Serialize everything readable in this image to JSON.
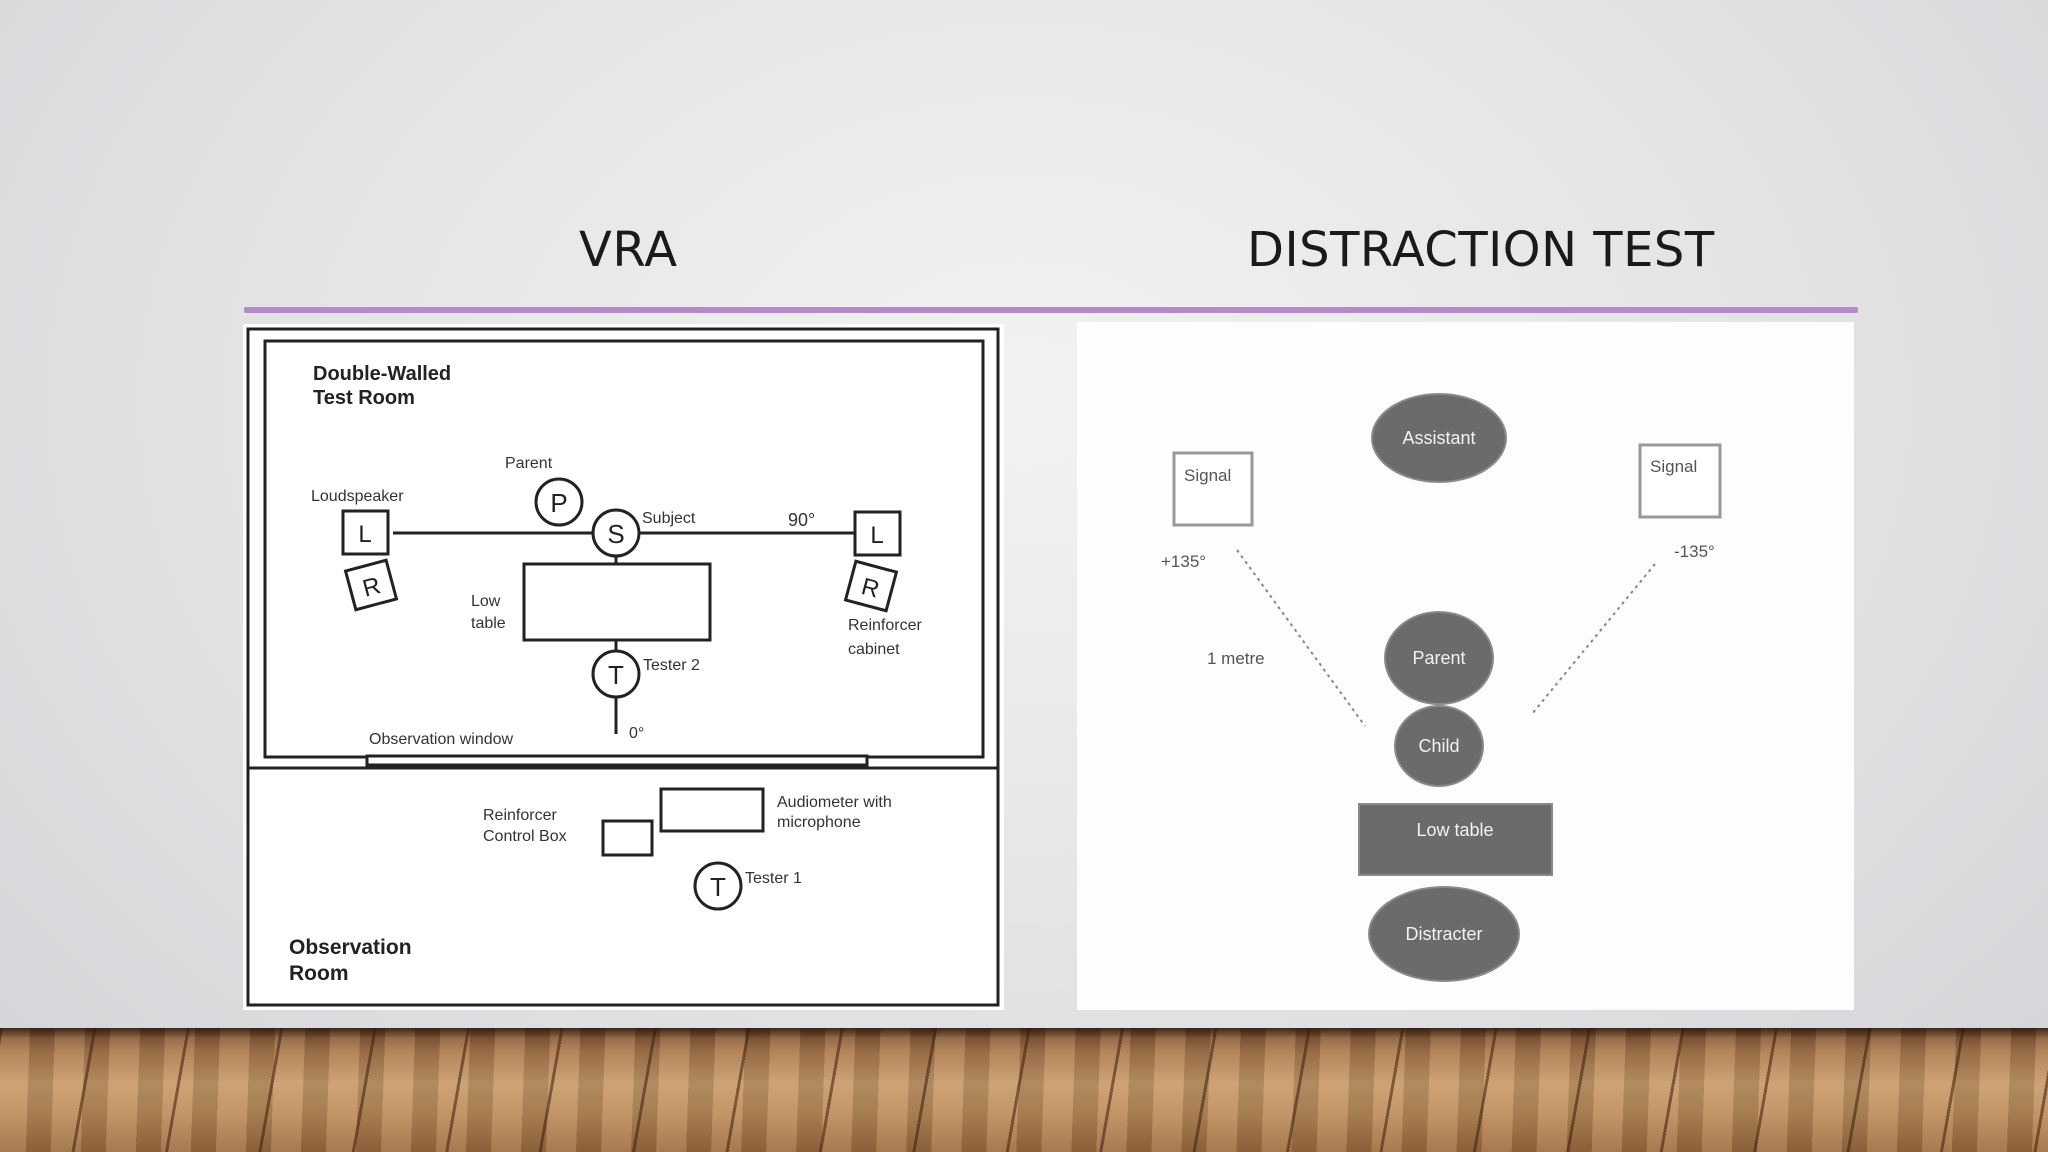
{
  "headings": {
    "left": "VRA",
    "right": "DISTRACTION TEST"
  },
  "colors": {
    "accent_line": "#b58ac6",
    "ellipse_fill": "#6b6b6b",
    "floor": "#b98a5a"
  },
  "vra": {
    "room_title_1": "Double-Walled",
    "room_title_2": "Test Room",
    "parent_label": "Parent",
    "loudspeaker_label": "Loudspeaker",
    "subject_label": "Subject",
    "angle_90": "90°",
    "angle_0": "0°",
    "low_table_1": "Low",
    "low_table_2": "table",
    "reinforcer_cabinet_1": "Reinforcer",
    "reinforcer_cabinet_2": "cabinet",
    "tester2_label": "Tester 2",
    "obs_window_label": "Observation window",
    "control_box_1": "Reinforcer",
    "control_box_2": "Control Box",
    "audiometer_1": "Audiometer with",
    "audiometer_2": "microphone",
    "tester1_label": "Tester 1",
    "obs_room_1": "Observation",
    "obs_room_2": "Room",
    "symbols": {
      "P": "P",
      "S": "S",
      "T": "T",
      "L": "L",
      "R": "R"
    }
  },
  "distraction": {
    "assistant": "Assistant",
    "signal_left": "Signal",
    "signal_right": "Signal",
    "angle_left": "+135°",
    "angle_right": "-135°",
    "distance": "1 metre",
    "parent": "Parent",
    "child": "Child",
    "low_table": "Low table",
    "distracter": "Distracter"
  }
}
